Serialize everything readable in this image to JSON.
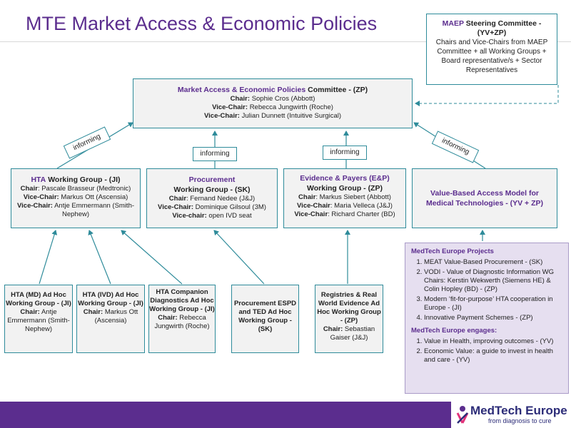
{
  "title": "MTE Market Access & Economic Policies",
  "steering": {
    "title_accent": "MAEP",
    "title_rest": "Steering Committee - (YV+ZP)",
    "body": "Chairs and Vice-Chairs from MAEP Committee + all Working Groups + Board representative/s + Sector Representatives"
  },
  "committee": {
    "title_accent": "Market Access & Economic Policies",
    "title_rest": "Committee - (ZP)",
    "lines": [
      {
        "label": "Chair:",
        "value": "Sophie Cros (Abbott)"
      },
      {
        "label": "Vice-Chair:",
        "value": "Rebecca Jungwirth (Roche)"
      },
      {
        "label": "Vice-Chair:",
        "value": "Julian Dunnett (Intuitive Surgical)"
      }
    ]
  },
  "informing_label": "informing",
  "working_groups": {
    "hta": {
      "title_accent": "HTA",
      "title_rest": "Working Group - (JI)",
      "lines": [
        {
          "label": "Chair",
          "value": ": Pascale Brasseur (Medtronic)"
        },
        {
          "label": "Vice-Chair:",
          "value": "Markus Ott (Ascensia)"
        },
        {
          "label": "Vice-Chair:",
          "value": "Antje Emmermann (Smith-Nephew)"
        }
      ]
    },
    "procurement": {
      "title_accent": "Procurement",
      "title_rest": "Working Group - (SK)",
      "lines": [
        {
          "label": "Chair",
          "value": ": Fernand Nedee (J&J)"
        },
        {
          "label": "Vice-Chair:",
          "value": "Dominique Gilsoul (3M)"
        },
        {
          "label": "Vice-chair:",
          "value": "open IVD seat"
        }
      ]
    },
    "evidence": {
      "title_accent": "Evidence & Payers (E&P)",
      "title_rest": "Working Group - (ZP)",
      "lines": [
        {
          "label": "Chair",
          "value": ": Markus Siebert (Abbott)"
        },
        {
          "label": "Vice-Chair",
          "value": ": Maria Velleca (J&J)"
        },
        {
          "label": "Vice-Chair",
          "value": ": Richard Charter (BD)"
        }
      ]
    },
    "vbam": {
      "title": "Value-Based Access Model for Medical Technologies - (YV + ZP)"
    }
  },
  "adhoc": {
    "hta_md": {
      "title": "HTA (MD) Ad Hoc Working Group - (JI)",
      "chair_label": "Chair:",
      "chair_value": "Antje Emmermann (Smith-Nephew)"
    },
    "hta_ivd": {
      "title": "HTA (IVD) Ad Hoc Working Group - (JI)",
      "chair_label": "Chair:",
      "chair_value": "Markus Ott (Ascensia)"
    },
    "hta_cd": {
      "title": "HTA Companion Diagnostics Ad Hoc Working Group - (JI)",
      "chair_label": "Chair:",
      "chair_value": "Rebecca Jungwirth (Roche)"
    },
    "procurement": {
      "title": "Procurement ESPD and TED Ad Hoc Working Group - (SK)"
    },
    "rwe": {
      "title": "Registries & Real World Evidence Ad Hoc Working Group - (ZP)",
      "chair_label": "Chair:",
      "chair_value": "Sebastian Gaiser (J&J)"
    }
  },
  "projects": {
    "heading": "MedTech Europe Projects",
    "items": [
      "MEAT Value-Based Procurement - (SK)",
      "VODI - Value of Diagnostic Information WG Chairs: Kerstin Wekwerth (Siemens HE) & Colin Hopley (BD) - (ZP)",
      "Modern ‘fit-for-purpose’ HTA cooperation in Europe - (JI)",
      "Innovative Payment Schemes - (ZP)"
    ],
    "engages_heading": "MedTech Europe engages:",
    "engages_items": [
      "Value in Health, improving outcomes - (YV)",
      "Economic Value: a guide to invest in health and care - (YV)"
    ]
  },
  "logo": {
    "name": "MedTech Europe",
    "tagline": "from diagnosis to cure"
  },
  "colors": {
    "accent": "#5b2d8e",
    "border": "#2e8b9a",
    "box_fill": "#f2f2f2",
    "projects_fill": "#e6dff0"
  }
}
